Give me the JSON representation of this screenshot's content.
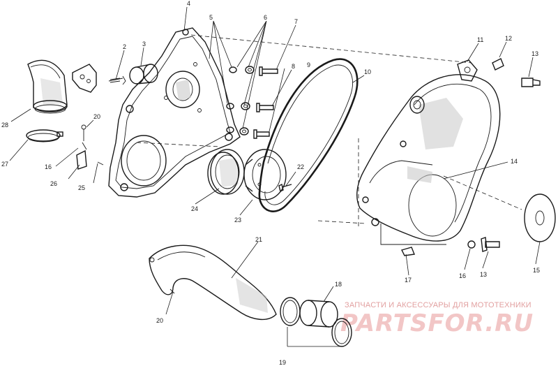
{
  "diagram": {
    "callouts": [
      {
        "id": "c1",
        "text": "4"
      },
      {
        "id": "c2",
        "text": "5"
      },
      {
        "id": "c3",
        "text": "6"
      },
      {
        "id": "c4",
        "text": "7"
      },
      {
        "id": "c5",
        "text": "3"
      },
      {
        "id": "c6",
        "text": "2"
      },
      {
        "id": "c7",
        "text": "8"
      },
      {
        "id": "c8",
        "text": "9"
      },
      {
        "id": "c9",
        "text": "10"
      },
      {
        "id": "c10",
        "text": "11"
      },
      {
        "id": "c11",
        "text": "12"
      },
      {
        "id": "c12",
        "text": "13"
      },
      {
        "id": "c13",
        "text": "28"
      },
      {
        "id": "c14",
        "text": "27"
      },
      {
        "id": "c15",
        "text": "20"
      },
      {
        "id": "c16",
        "text": "16"
      },
      {
        "id": "c17",
        "text": "26"
      },
      {
        "id": "c18",
        "text": "25"
      },
      {
        "id": "c19",
        "text": "24"
      },
      {
        "id": "c20",
        "text": "23"
      },
      {
        "id": "c21",
        "text": "22"
      },
      {
        "id": "c22",
        "text": "14"
      },
      {
        "id": "c23",
        "text": "15"
      },
      {
        "id": "c24",
        "text": "17"
      },
      {
        "id": "c25",
        "text": "16"
      },
      {
        "id": "c26",
        "text": "13"
      },
      {
        "id": "c27",
        "text": "21"
      },
      {
        "id": "c28",
        "text": "18"
      },
      {
        "id": "c29",
        "text": "20"
      },
      {
        "id": "c30",
        "text": "19"
      }
    ]
  },
  "watermark": {
    "tagline": "ЗАПЧАСТИ И АКСЕССУАРЫ ДЛЯ МОТОТЕХНИКИ",
    "logo": "PARTSFOR.RU"
  }
}
